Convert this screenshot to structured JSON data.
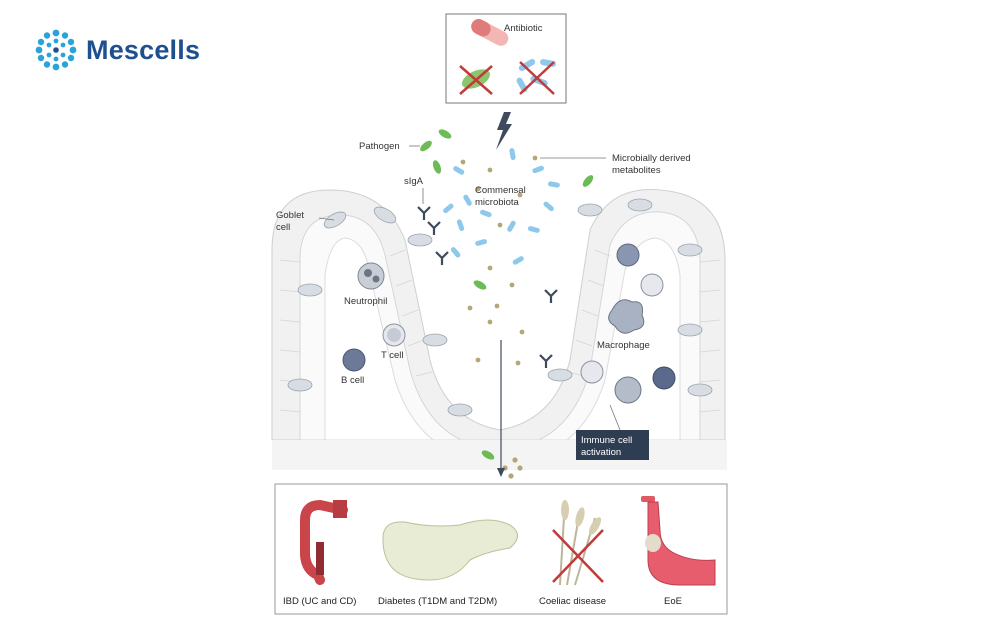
{
  "brand": {
    "name": "Mescells"
  },
  "diagram": {
    "antibiotic_label": "Antibiotic",
    "pathogen_label": "Pathogen",
    "metabolites_label_1": "Microbially derived",
    "metabolites_label_2": "metabolites",
    "siga_label": "sIgA",
    "commensal_label_1": "Commensal",
    "commensal_label_2": "microbiota",
    "goblet_label_1": "Goblet",
    "goblet_label_2": "cell",
    "neutrophil_label": "Neutrophil",
    "tcell_label": "T cell",
    "bcell_label": "B cell",
    "macrophage_label": "Macrophage",
    "immune_label_1": "Immune cell",
    "immune_label_2": "activation"
  },
  "diseases": [
    {
      "label": "IBD (UC and CD)"
    },
    {
      "label": "Diabetes (T1DM and T2DM)"
    },
    {
      "label": "Coeliac disease"
    },
    {
      "label": "EoE"
    }
  ],
  "colors": {
    "brand": "#1e4f8f",
    "swoosh": "#2a8fd6",
    "immune_box": "#2f3d52",
    "bacteria_commensal": "#8ec8ea",
    "pathogen": "#6dbb57"
  }
}
